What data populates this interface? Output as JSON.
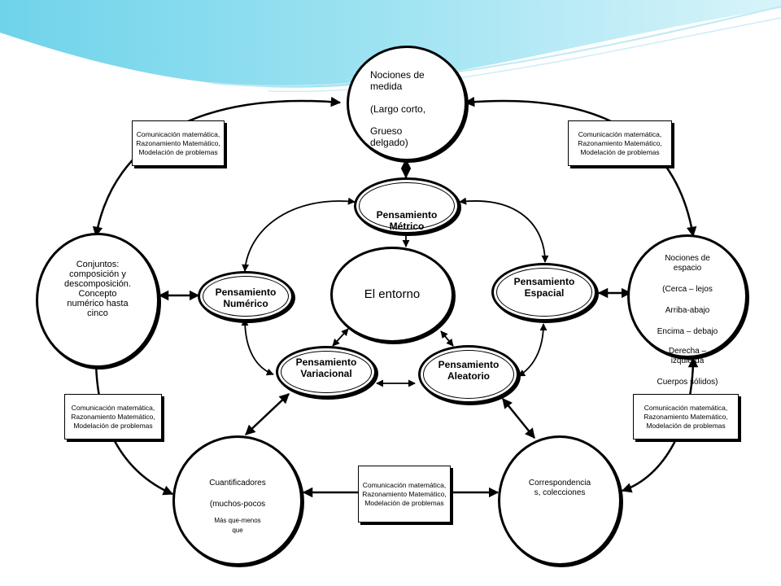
{
  "center": {
    "label": "El entorno"
  },
  "thinking": {
    "metrico": [
      "Pensamiento",
      "Métrico"
    ],
    "numerico": [
      "Pensamiento",
      "Numérico"
    ],
    "espacial": [
      "Pensamiento",
      "Espacial"
    ],
    "variacional": [
      "Pensamiento",
      "Variacional"
    ],
    "aleatorio": [
      "Pensamiento",
      "Aleatorio"
    ]
  },
  "outer": {
    "medida": [
      "Nociones de",
      "medida",
      "(Largo corto,",
      "Grueso",
      "delgado)"
    ],
    "conjuntos": [
      "Conjuntos:",
      "composición y",
      "descomposición.",
      "Concepto",
      "numérico hasta",
      "cinco"
    ],
    "espacio": [
      "Nociones de",
      "espacio",
      "(Cerca – lejos",
      "Arriba-abajo",
      "Encima – debajo",
      "Derecha –",
      "izquierda",
      "Cuerpos sólidos)"
    ],
    "cuantificadores": [
      "Cuantificadores",
      "(muchos-pocos",
      "Más que-menos",
      "que"
    ],
    "correspondencia": [
      "Correspondencia",
      "s, colecciones"
    ]
  },
  "competency_box": [
    "Comunicación matemática,",
    "Razonamiento Matemático,",
    "Modelación de problemas"
  ]
}
